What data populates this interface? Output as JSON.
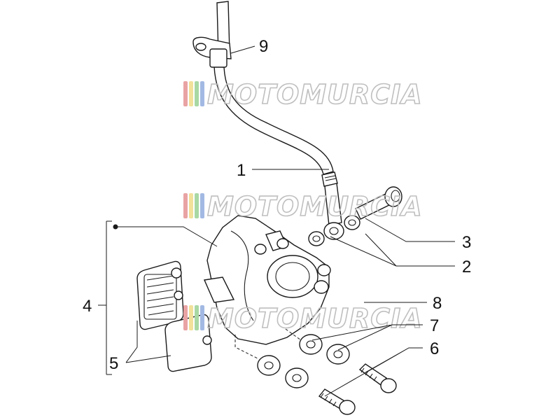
{
  "diagram": {
    "callouts": [
      {
        "id": "1",
        "label": "1"
      },
      {
        "id": "2",
        "label": "2"
      },
      {
        "id": "3",
        "label": "3"
      },
      {
        "id": "4",
        "label": "4"
      },
      {
        "id": "5",
        "label": "5"
      },
      {
        "id": "6",
        "label": "6"
      },
      {
        "id": "7",
        "label": "7"
      },
      {
        "id": "8",
        "label": "8"
      },
      {
        "id": "9",
        "label": "9"
      }
    ]
  },
  "watermark": {
    "text": "MOTOMURCIA",
    "stripe_colors": [
      "#e9a3a3",
      "#f1e19a",
      "#a9d8a4",
      "#a3b9e3"
    ],
    "outline_color": "#bfbfbf"
  },
  "colors": {
    "line": "#1a1a1a",
    "background": "#ffffff"
  }
}
